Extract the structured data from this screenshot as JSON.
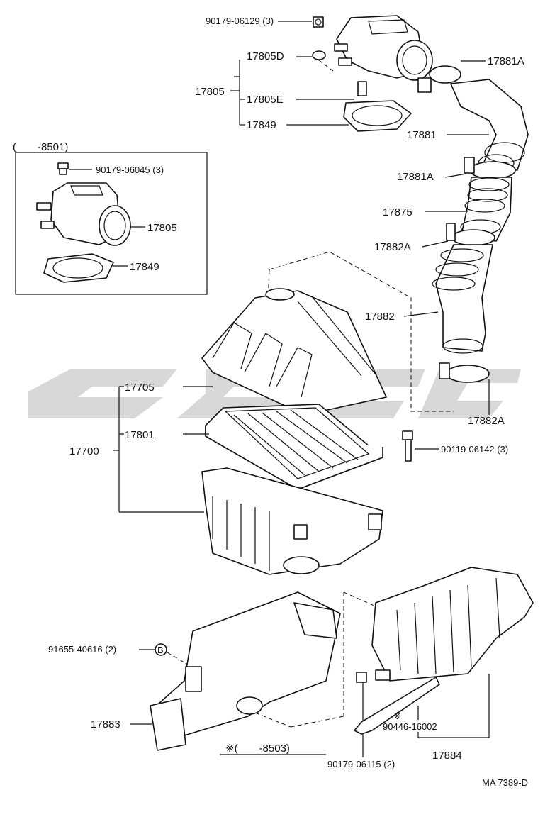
{
  "variant_box": {
    "title": "(　　-8501)",
    "parts": {
      "bolt": "90179-06045 (3)",
      "meter": "17805",
      "gasket": "17849"
    }
  },
  "top_assembly": {
    "nut": "90179-06129 (3)",
    "meter_group": "17805",
    "sub_d": "17805D",
    "sub_e": "17805E",
    "gasket": "17849"
  },
  "hose_parts": {
    "clamp_upper": "17881A",
    "hose_upper": "17881",
    "clamp_mid": "17881A",
    "resonator": "17875",
    "clamp_lower": "17882A",
    "hose_lower": "17882",
    "clamp_bottom": "17882A"
  },
  "air_cleaner": {
    "assembly": "17700",
    "cap": "17705",
    "element": "17801",
    "bolt": "90119-06142 (3)"
  },
  "intake": {
    "grommet": "91655-40616 (2)",
    "grommet_mark": "B",
    "inlet": "17883",
    "applicability": "※(　　-8503)",
    "nut": "90179-06115 (2)",
    "hose": "90446-16002",
    "hose_mark": "※",
    "resonator": "17884"
  },
  "diagram_code": "MA 7389-D"
}
